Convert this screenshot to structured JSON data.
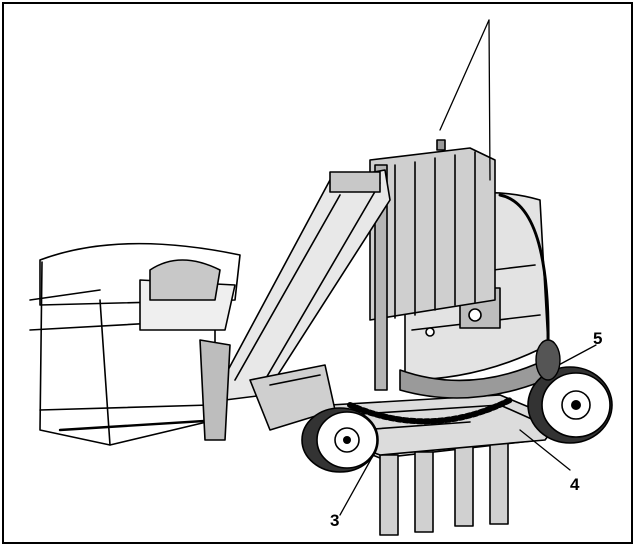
{
  "figure": {
    "callouts": [
      {
        "id": "3",
        "label": "3"
      },
      {
        "id": "4",
        "label": "4"
      },
      {
        "id": "5",
        "label": "5"
      }
    ]
  },
  "colors": {
    "line": "#000000",
    "body_shade": "#d9d9d9",
    "dark_shade": "#8c8c8c",
    "background": "#ffffff"
  }
}
